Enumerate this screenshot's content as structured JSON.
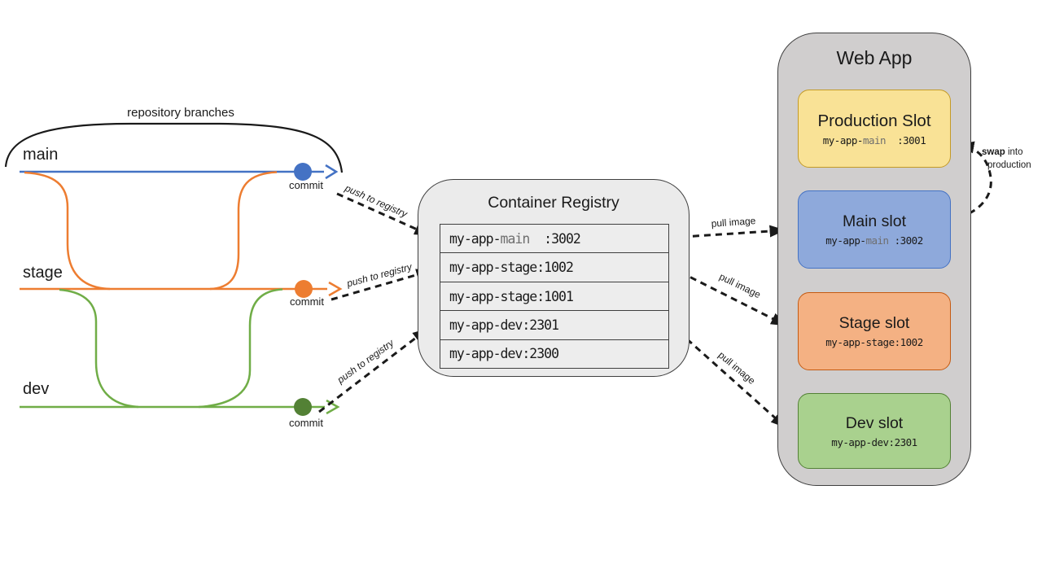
{
  "figure": {
    "caption": "repository branches",
    "commit_label": "commit"
  },
  "branches": {
    "items": [
      {
        "name": "main",
        "line_color": "#4472C4",
        "dot_color": "#4472C4"
      },
      {
        "name": "stage",
        "line_color": "#ED7D31",
        "dot_color": "#ED7D31"
      },
      {
        "name": "dev",
        "line_color": "#70AD47",
        "dot_color": "#538135"
      }
    ]
  },
  "arrows": {
    "push": {
      "label": "push to registry"
    },
    "pull": {
      "label": "pull image"
    },
    "swap": {
      "bold": "swap",
      "rest": " into",
      "line2": "production"
    },
    "color": "#1a1a1a"
  },
  "registry": {
    "title": "Container Registry",
    "rows": [
      {
        "pre": "my-app-",
        "mid": "main",
        "post": "  :3002"
      },
      {
        "pre": "my-app-stage:1002",
        "mid": "",
        "post": ""
      },
      {
        "pre": "my-app-stage:1001",
        "mid": "",
        "post": ""
      },
      {
        "pre": "my-app-dev:2301",
        "mid": "",
        "post": ""
      },
      {
        "pre": "my-app-dev:2300",
        "mid": "",
        "post": ""
      }
    ]
  },
  "webapp": {
    "title": "Web App",
    "slots": [
      {
        "title": "Production Slot",
        "pre": "my-app-",
        "mid": "main",
        "post": "  :3001",
        "fill": "#F9E296",
        "border": "#C49A26"
      },
      {
        "title": "Main slot",
        "pre": "my-app-",
        "mid": "main",
        "post": " :3002",
        "fill": "#8EA9DB",
        "border": "#4472C4"
      },
      {
        "title": "Stage slot",
        "pre": "my-app-stage:1002",
        "mid": "",
        "post": "",
        "fill": "#F4B183",
        "border": "#C55A11"
      },
      {
        "title": "Dev slot",
        "pre": "my-app-dev:2301",
        "mid": "",
        "post": "",
        "fill": "#A9D18E",
        "border": "#538135"
      }
    ]
  }
}
